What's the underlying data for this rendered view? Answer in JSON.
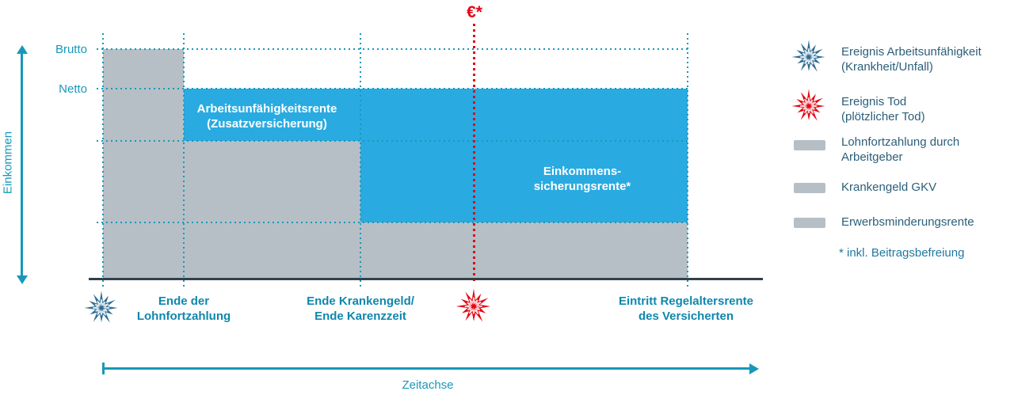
{
  "colors": {
    "teal": "#1798ba",
    "tick_text": "#0f87ad",
    "legend_text": "#2b5f7a",
    "note_text": "#1f789f",
    "blue_area": "#29abe2",
    "gray_block": "#b6bfc6",
    "red": "#e30613",
    "blue_star": "#2e6c94",
    "axis_line": "#334049"
  },
  "y_axis": {
    "label": "Einkommen",
    "tick_brutto": "Brutto",
    "tick_netto": "Netto"
  },
  "timeline": {
    "label": "Zeitachse"
  },
  "milestones": {
    "m1": "Ende der\nLohnfortzahlung",
    "m2": "Ende Krankengeld/\nEnde Karenzzeit",
    "m3": "Eintritt Regelaltersrente\ndes Versicherten"
  },
  "areas": {
    "zusatz": "Arbeitsunfähigkeitsrente\n(Zusatzversicherung)",
    "einkommenssicherung": "Einkommens-\nsicherungsrente*"
  },
  "event_symbol": "€*",
  "legend": {
    "items": [
      {
        "icon": "burst-blue",
        "label": "Ereignis Arbeitsunfähigkeit\n(Krankheit/Unfall)"
      },
      {
        "icon": "burst-red",
        "label": "Ereignis Tod\n(plötzlicher Tod)"
      },
      {
        "icon": "swatch-gray",
        "label": "Lohnfortzahlung durch\nArbeitgeber"
      },
      {
        "icon": "swatch-gray",
        "label": "Krankengeld GKV"
      },
      {
        "icon": "swatch-gray",
        "label": "Erwerbsminderungsrente"
      }
    ],
    "note": "* inkl. Beitragsbefreiung"
  }
}
